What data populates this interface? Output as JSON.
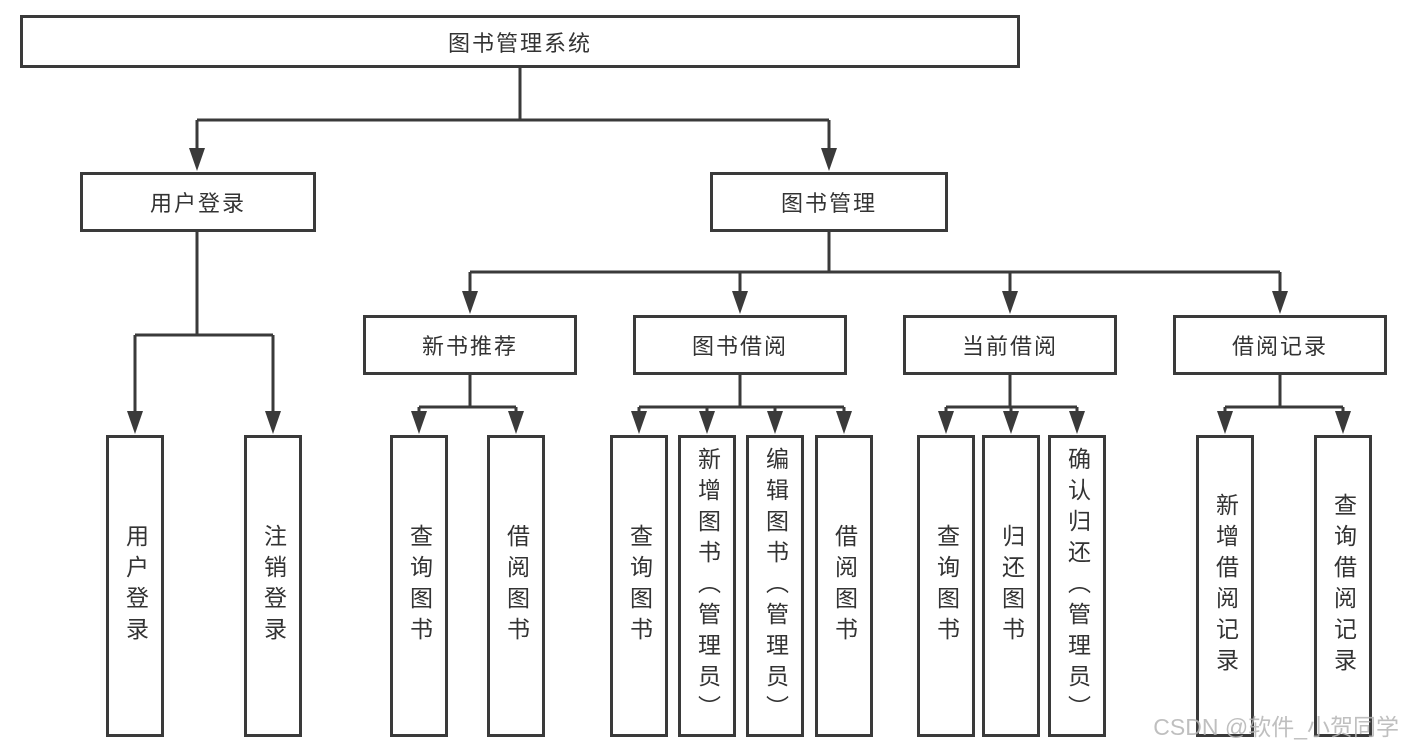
{
  "tree": {
    "root": "图书管理系统",
    "branches": [
      {
        "label": "用户登录",
        "children": [
          "用户登录",
          "注销登录"
        ]
      },
      {
        "label": "图书管理",
        "groups": [
          {
            "label": "新书推荐",
            "children": [
              "查询图书",
              "借阅图书"
            ]
          },
          {
            "label": "图书借阅",
            "children": [
              "查询图书",
              "新增图书（管理员）",
              "编辑图书（管理员）",
              "借阅图书"
            ]
          },
          {
            "label": "当前借阅",
            "children": [
              "查询图书",
              "归还图书",
              "确认归还（管理员）"
            ]
          },
          {
            "label": "借阅记录",
            "children": [
              "新增借阅记录",
              "查询借阅记录"
            ]
          }
        ]
      }
    ]
  },
  "watermark": "CSDN @软件_小贺同学",
  "colors": {
    "line": "#3a3a3a",
    "text": "#333333",
    "background": "#ffffff",
    "watermark": "#b5b5b5"
  }
}
